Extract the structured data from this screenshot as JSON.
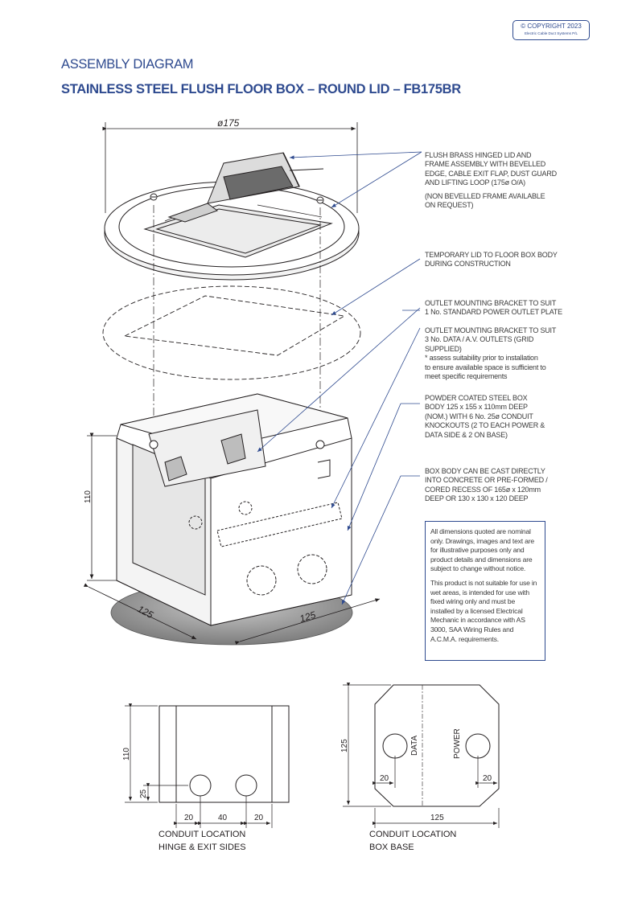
{
  "copyright": {
    "line1": "© COPYRIGHT 2023",
    "line2": "Electric Cable Duct Systems P/L"
  },
  "header": {
    "title": "ASSEMBLY DIAGRAM",
    "subtitle": "STAINLESS STEEL FLUSH FLOOR BOX – ROUND LID – FB175BR"
  },
  "dimensions": {
    "lid_diameter": "ø175",
    "box_height": "110",
    "box_width": "125",
    "box_depth": "125"
  },
  "callouts": {
    "lid": [
      "FLUSH BRASS HINGED LID AND",
      "FRAME ASSEMBLY WITH BEVELLED",
      "EDGE, CABLE EXIT FLAP, DUST GUARD",
      "AND LIFTING LOOP (175ø O/A)"
    ],
    "lid_note": [
      "(NON BEVELLED FRAME AVAILABLE",
      "ON REQUEST)"
    ],
    "temporary_lid": [
      "TEMPORARY LID TO FLOOR BOX BODY",
      "DURING CONSTRUCTION"
    ],
    "power_bracket": [
      "OUTLET MOUNTING BRACKET TO SUIT",
      "1 No. STANDARD POWER OUTLET PLATE"
    ],
    "data_bracket": [
      "OUTLET MOUNTING BRACKET TO SUIT",
      "3 No. DATA / A.V. OUTLETS (GRID",
      "SUPPLIED)",
      "* assess suitability prior to installation",
      "to ensure available space is sufficient to",
      "meet specific requirements"
    ],
    "steel_box": [
      "POWDER COATED STEEL BOX",
      "BODY 125 x 155 x 110mm DEEP",
      "(NOM.) WITH 6 No. 25ø CONDUIT",
      "KNOCKOUTS (2 TO EACH POWER &",
      "DATA SIDE & 2 ON BASE)"
    ],
    "cast": [
      "BOX BODY CAN BE CAST DIRECTLY",
      "INTO CONCRETE OR PRE-FORMED /",
      "CORED RECESS OF 165ø x 120mm",
      "DEEP OR 130 x 130 x 120 DEEP"
    ]
  },
  "disclaimer": {
    "p1": "All dimensions quoted are nominal only. Drawings, images and text are for illustrative purposes only and product details and dimensions are subject to change without notice.",
    "p2": "This product is not suitable for use in wet areas, is intended for use with fixed wiring only and must be installed by a licensed Electrical Mechanic in accordance with AS 3000, SAA Wiring Rules and A.C.M.A. requirements."
  },
  "side_view": {
    "height": "110",
    "hole_height": "25",
    "edge_left": "20",
    "spacing": "40",
    "edge_right": "20",
    "caption_line1": "CONDUIT  LOCATION",
    "caption_line2": "HINGE & EXIT SIDES"
  },
  "base_view": {
    "height": "125",
    "width": "125",
    "edge_left": "20",
    "edge_right": "20",
    "label_data": "DATA",
    "label_power": "POWER",
    "caption_line1": "CONDUIT  LOCATION",
    "caption_line2": "BOX  BASE"
  }
}
